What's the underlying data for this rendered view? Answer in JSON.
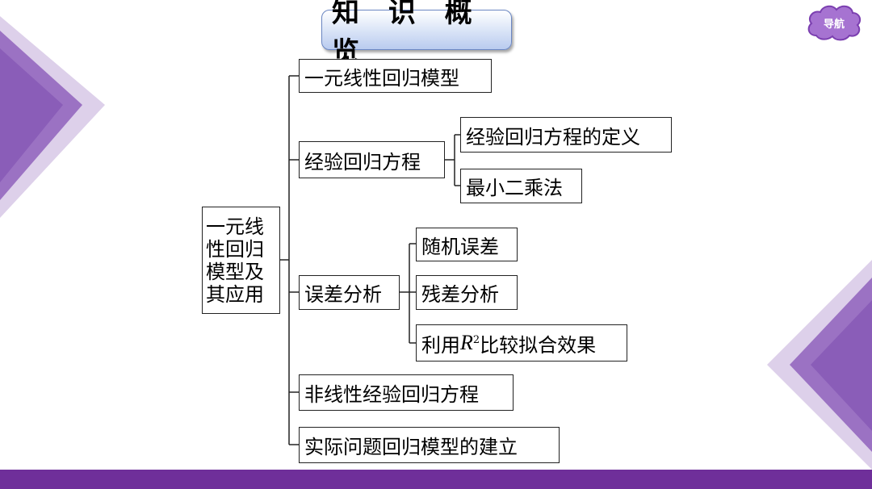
{
  "title": "知 识 概 览",
  "nav_label": "导航",
  "root": {
    "lines": [
      "一元线",
      "性回归",
      "模型及",
      "其应用"
    ]
  },
  "branches": {
    "b1": "一元线性回归模型",
    "b2": "经验回归方程",
    "b3": "误差分析",
    "b4": "非线性经验回归方程",
    "b5": "实际问题回归模型的建立"
  },
  "sub": {
    "b2_1": "经验回归方程的定义",
    "b2_2": "最小二乘法",
    "b3_1": "随机误差",
    "b3_2": "残差分析",
    "b3_3_pre": "利用",
    "b3_3_var": "R",
    "b3_3_sup": "2",
    "b3_3_post": "比较拟合效果"
  },
  "colors": {
    "accent": "#6f2f9a",
    "light_purple": "#d7c6e6",
    "title_bg": "#c8d6f2"
  }
}
